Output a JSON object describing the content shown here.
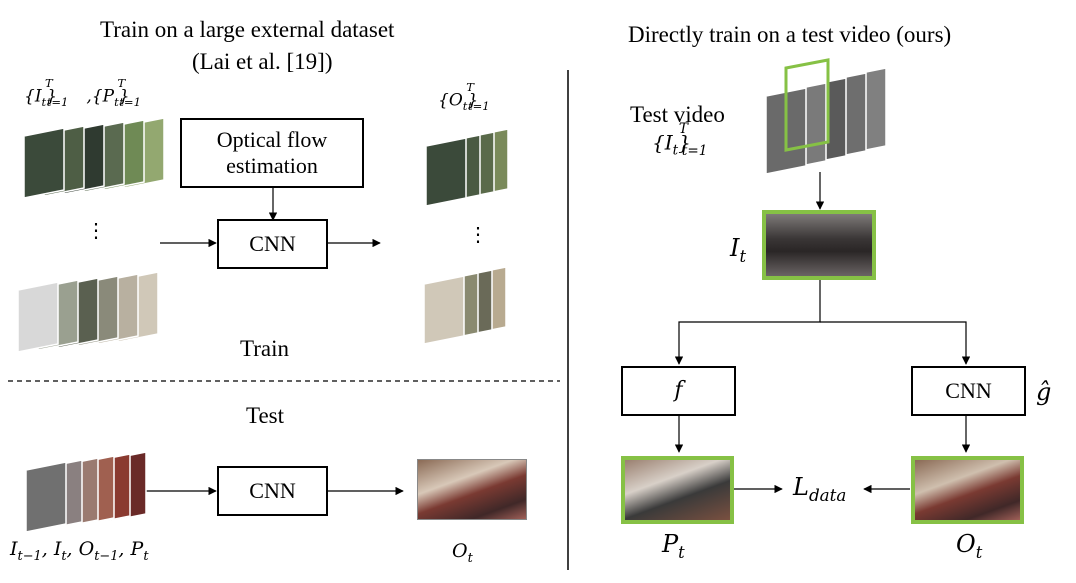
{
  "left": {
    "title_line1": "Train on a large external dataset",
    "title_line2": "(Lai et al. [19])",
    "inputs_label": "{I_t}^T_{t=1}, {P_t}^T_{t=1}",
    "outputs_label": "{O_t}^T_{t=1}",
    "flow_box": "Optical flow estimation",
    "cnn_train": "CNN",
    "ellipsis": "⋮",
    "train_label": "Train",
    "test_label": "Test",
    "cnn_test": "CNN",
    "test_inputs_label": "I_{t−1}, I_t, O_{t−1}, P_t",
    "test_output_label": "O_t"
  },
  "right": {
    "title": "Directly train on a test video (ours)",
    "test_video_label": "Test video",
    "test_video_set": "{I_t}^T_{t=1}",
    "frame_label": "I_t",
    "f_box": "f",
    "cnn_box": "CNN",
    "g_hat": "ĝ",
    "p_label": "P_t",
    "o_label": "O_t",
    "loss_label": "L_data"
  },
  "colors": {
    "frame_border": "#86c145",
    "line": "#000000"
  }
}
